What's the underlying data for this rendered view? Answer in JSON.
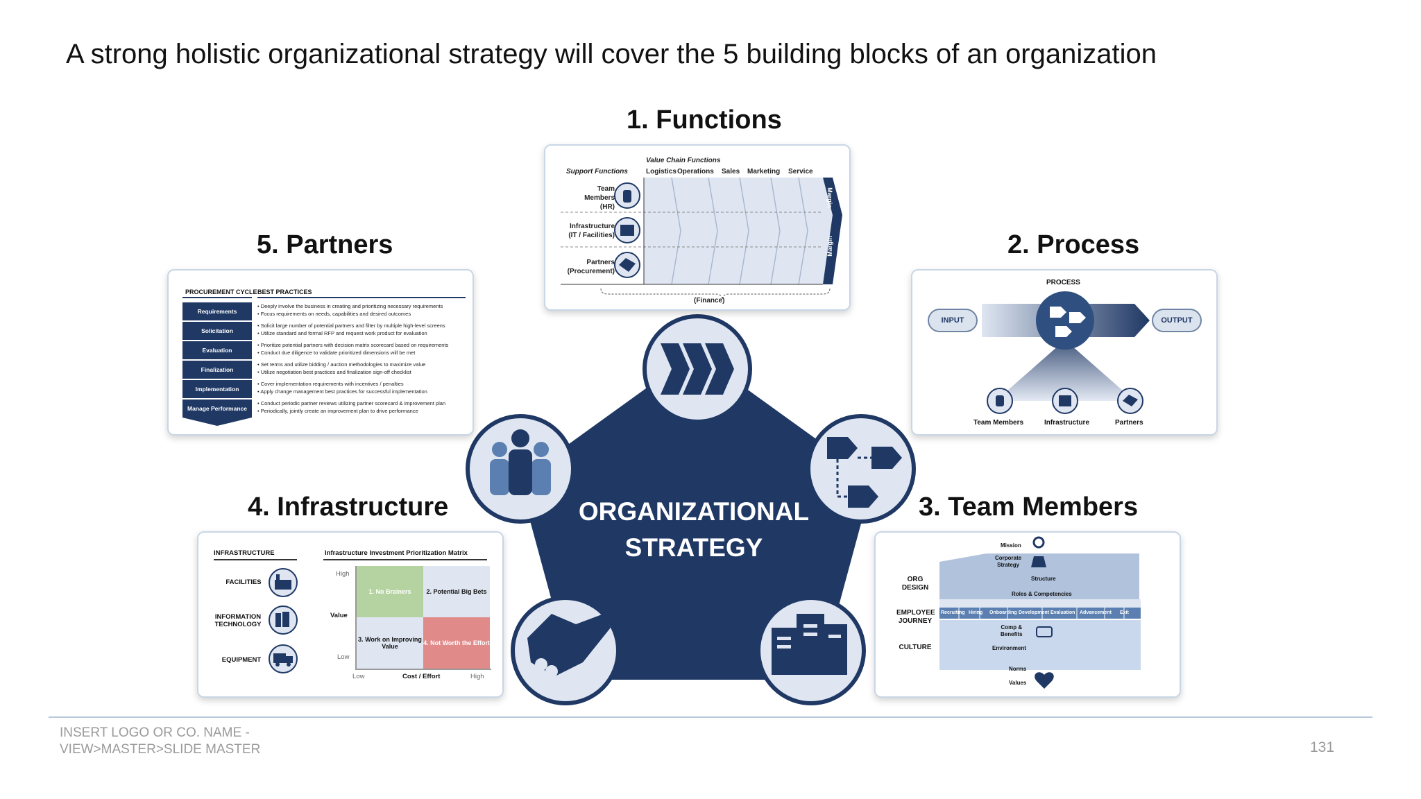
{
  "slide": {
    "title": "A strong holistic organizational strategy will cover the 5 building blocks of an organization",
    "center_label_line1": "ORGANIZATIONAL",
    "center_label_line2": "STRATEGY",
    "page_number": "131",
    "footer_line1": "INSERT LOGO OR CO. NAME -",
    "footer_line2": "VIEW>MASTER>SLIDE MASTER"
  },
  "colors": {
    "navy": "#1f3864",
    "light_blue": "#dfe6f2",
    "border": "#c9d6e6"
  },
  "blocks": {
    "functions": {
      "title": "1. Functions",
      "value_chain_header": "Value Chain Functions",
      "support_header": "Support Functions",
      "columns": [
        "Logistics",
        "Operations",
        "Sales",
        "Marketing",
        "Service"
      ],
      "rows": [
        {
          "line1": "Team",
          "line2": "Members",
          "line3": "(HR)",
          "icon": "people-icon"
        },
        {
          "line1": "Infrastructure",
          "line2": "(IT / Facilities)",
          "icon": "buildings-icon"
        },
        {
          "line1": "Partners",
          "line2": "(Procurement)",
          "icon": "handshake-icon"
        }
      ],
      "margin_label": "Margin",
      "finance_label": "(Finance)"
    },
    "process": {
      "title": "2. Process",
      "header": "PROCESS",
      "input": "INPUT",
      "output": "OUTPUT",
      "nodes": [
        "Team Members",
        "Infrastructure",
        "Partners"
      ]
    },
    "team_members": {
      "title": "3. Team Members",
      "mission": "Mission",
      "corporate_strategy_1": "Corporate",
      "corporate_strategy_2": "Strategy",
      "org_design_1": "ORG",
      "org_design_2": "DESIGN",
      "structure": "Structure",
      "roles": "Roles & Competencies",
      "employee_journey_1": "EMPLOYEE",
      "employee_journey_2": "JOURNEY",
      "journey_steps": [
        "Recruiting",
        "Hiring",
        "Onboarding",
        "Development",
        "Evaluation",
        "Advancement",
        "Exit"
      ],
      "culture": "CULTURE",
      "comp_1": "Comp &",
      "comp_2": "Benefits",
      "environment": "Environment",
      "norms": "Norms",
      "values": "Values"
    },
    "infrastructure": {
      "title": "4. Infrastructure",
      "header_left": "INFRASTRUCTURE",
      "header_right": "Infrastructure Investment Prioritization Matrix",
      "items": [
        "FACILITIES",
        "INFORMATION TECHNOLOGY",
        "EQUIPMENT"
      ],
      "matrix": {
        "q1": "1. No Brainers",
        "q2": "2. Potential Big Bets",
        "q3": "3. Work on Improving Value",
        "q4": "4. Not Worth the Effort",
        "y_label": "Value",
        "y_high": "High",
        "y_low": "Low",
        "x_label": "Cost / Effort",
        "x_low": "Low",
        "x_high": "High"
      }
    },
    "partners": {
      "title": "5. Partners",
      "header_left": "PROCUREMENT CYCLE",
      "header_right": "BEST PRACTICES",
      "steps": [
        "Requirements",
        "Solicitation",
        "Evaluation",
        "Finalization",
        "Implementation",
        "Manage Performance"
      ],
      "practices": [
        [
          "Deeply involve the business in creating and prioritizing necessary requirements",
          "Focus requirements on needs, capabilities and desired outcomes"
        ],
        [
          "Solicit large number of potential partners and filter by multiple high-level screens",
          "Utilize standard and formal RFP and request work product for evaluation"
        ],
        [
          "Prioritize potential partners with decision matrix scorecard based on requirements",
          "Conduct due diligence to validate prioritized dimensions will be met"
        ],
        [
          "Set terms and utilize bidding / auction methodologies to maximize value",
          "Utilize negotiation best practices and finalization sign-off checklist"
        ],
        [
          "Cover implementation requirements with incentives / penalties",
          "Apply change management best practices for successful implementation"
        ],
        [
          "Conduct periodic partner reviews utilizing partner scorecard & improvement plan",
          "Periodically, jointly create an improvement plan to drive performance"
        ]
      ]
    }
  }
}
